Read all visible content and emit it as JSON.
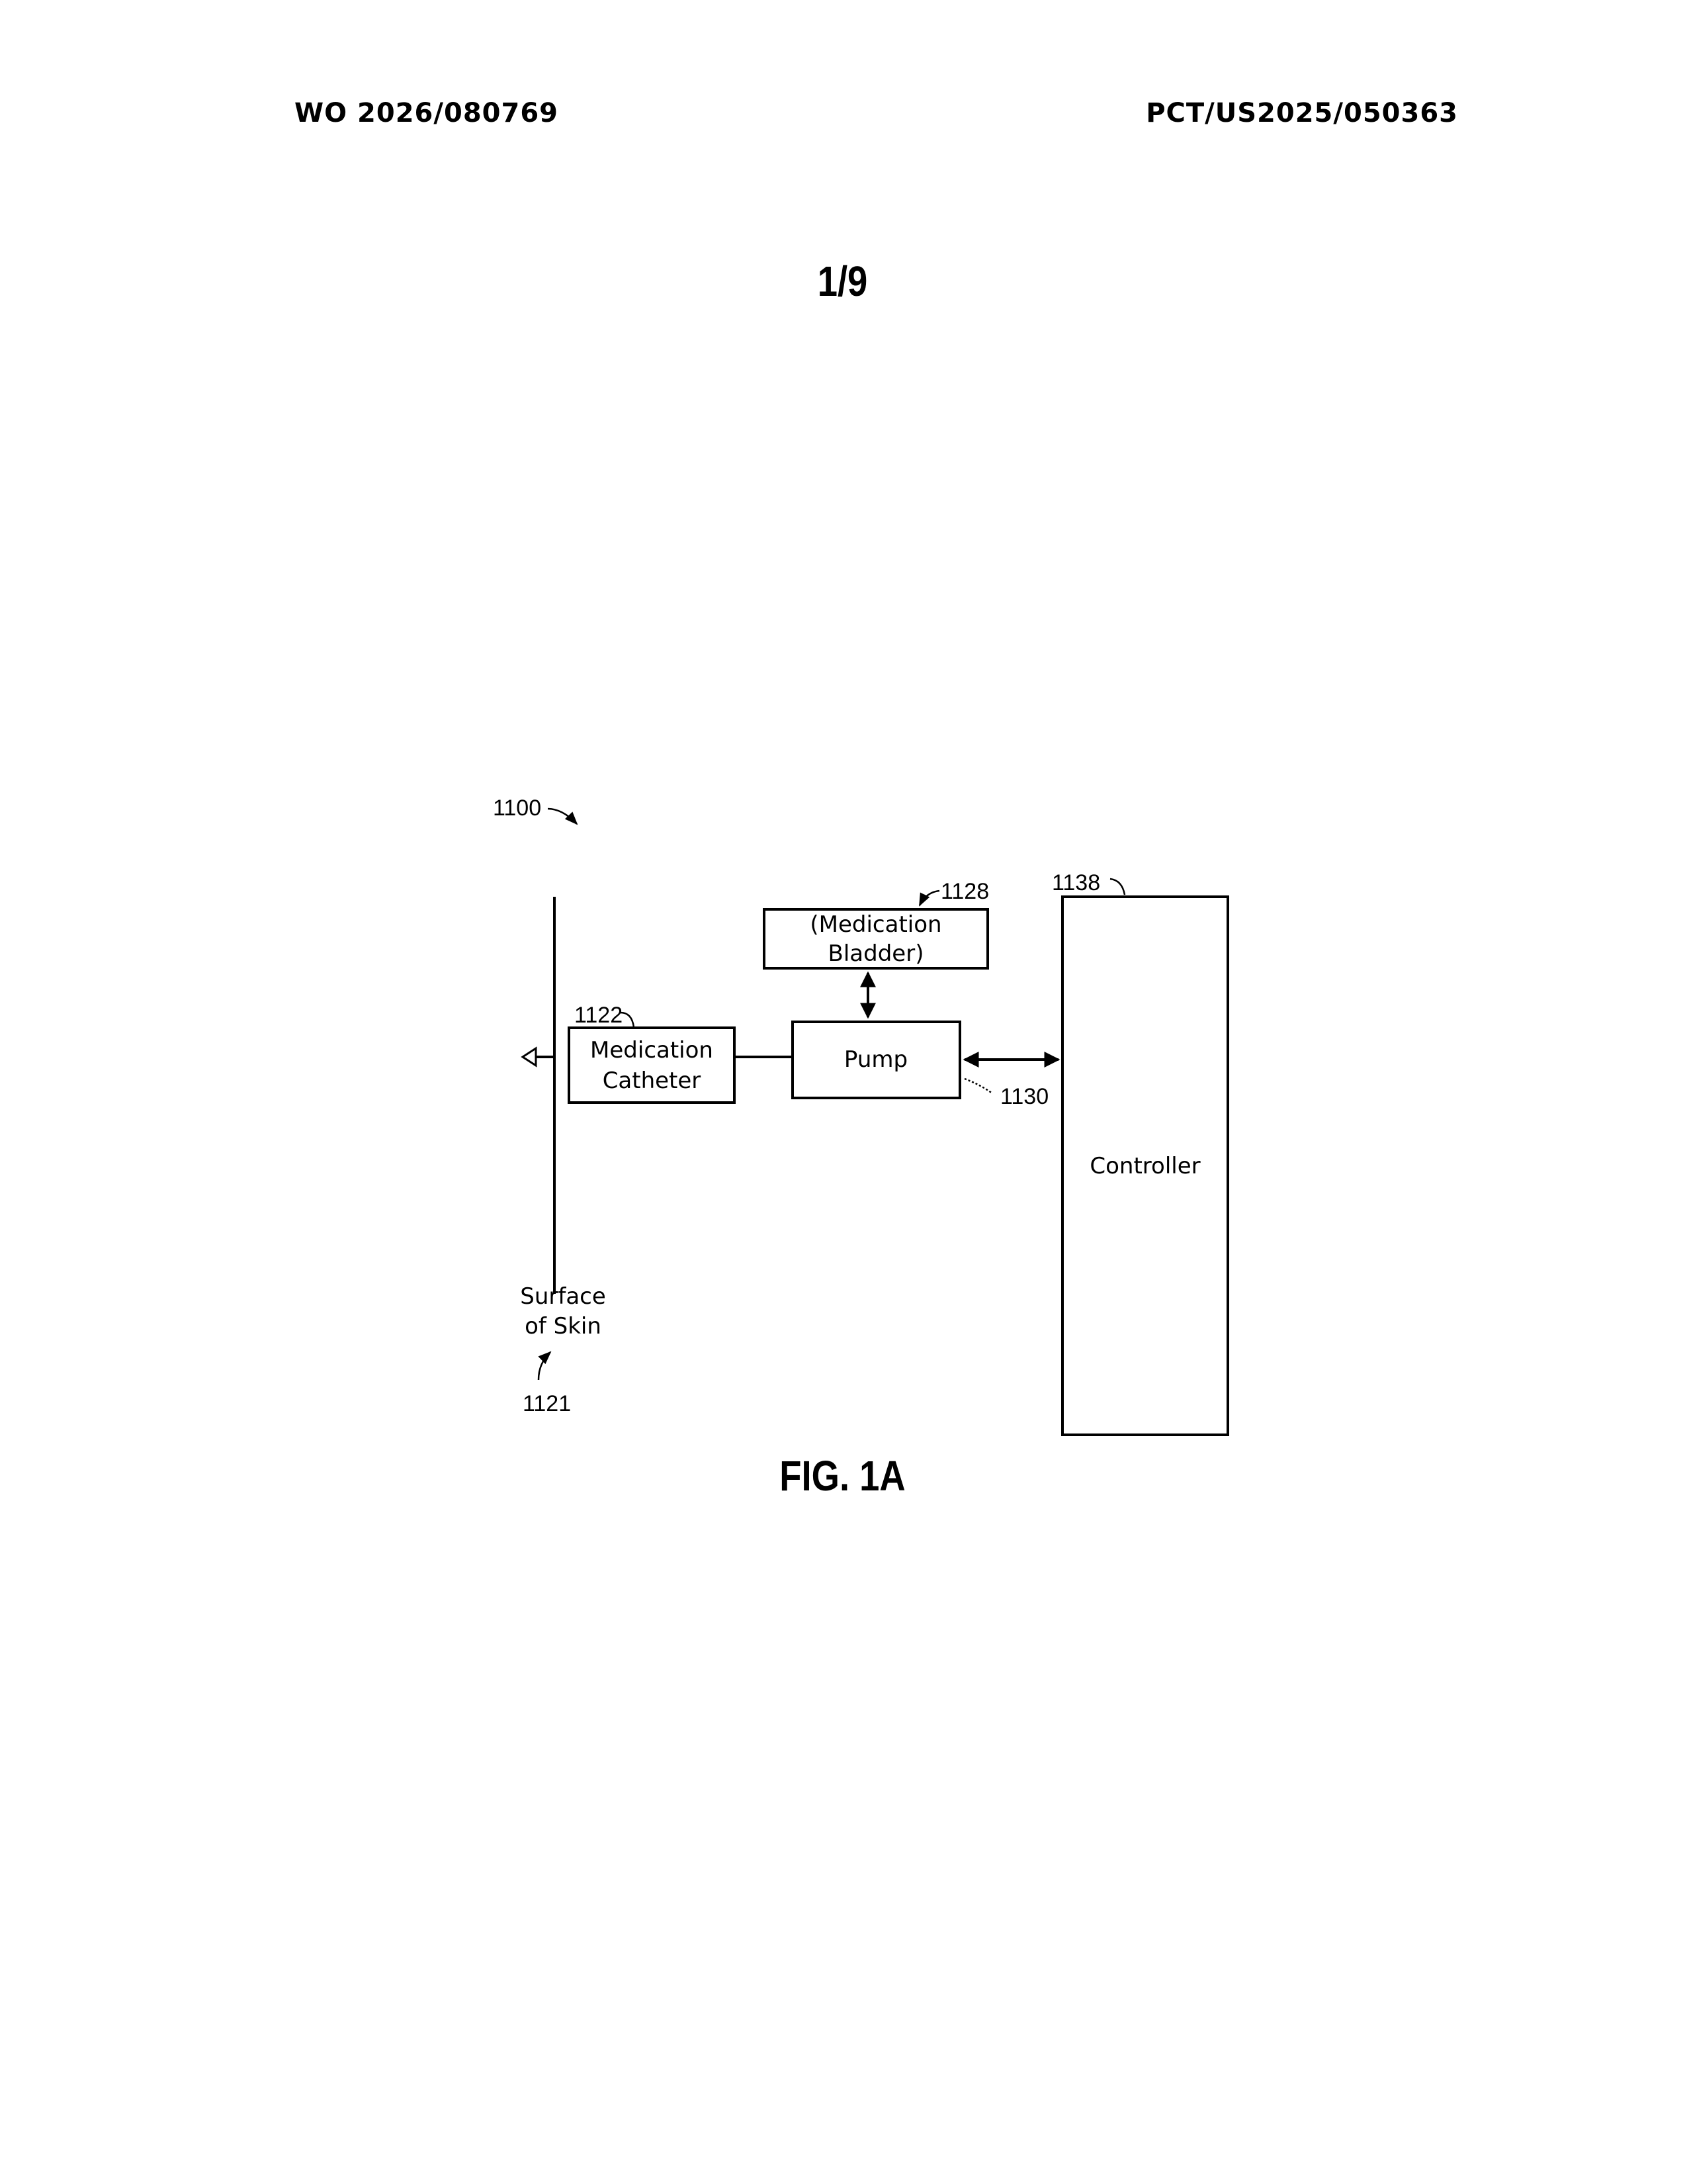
{
  "header": {
    "publication_number": "WO 2026/080769",
    "application_number": "PCT/US2025/050363"
  },
  "sheet": "1/9",
  "figure": {
    "caption": "FIG. 1A",
    "reference_numerals": {
      "system": "1100",
      "surface_of_skin": "1121",
      "medication_catheter": "1122",
      "medication_bladder": "1128",
      "pump_link": "1130",
      "controller": "1138"
    },
    "labels": {
      "bladder_line1": "(Medication",
      "bladder_line2": "Bladder)",
      "catheter_line1": "Medication",
      "catheter_line2": "Catheter",
      "pump": "Pump",
      "controller": "Controller",
      "skin_line1": "Surface",
      "skin_line2": "of Skin"
    }
  }
}
